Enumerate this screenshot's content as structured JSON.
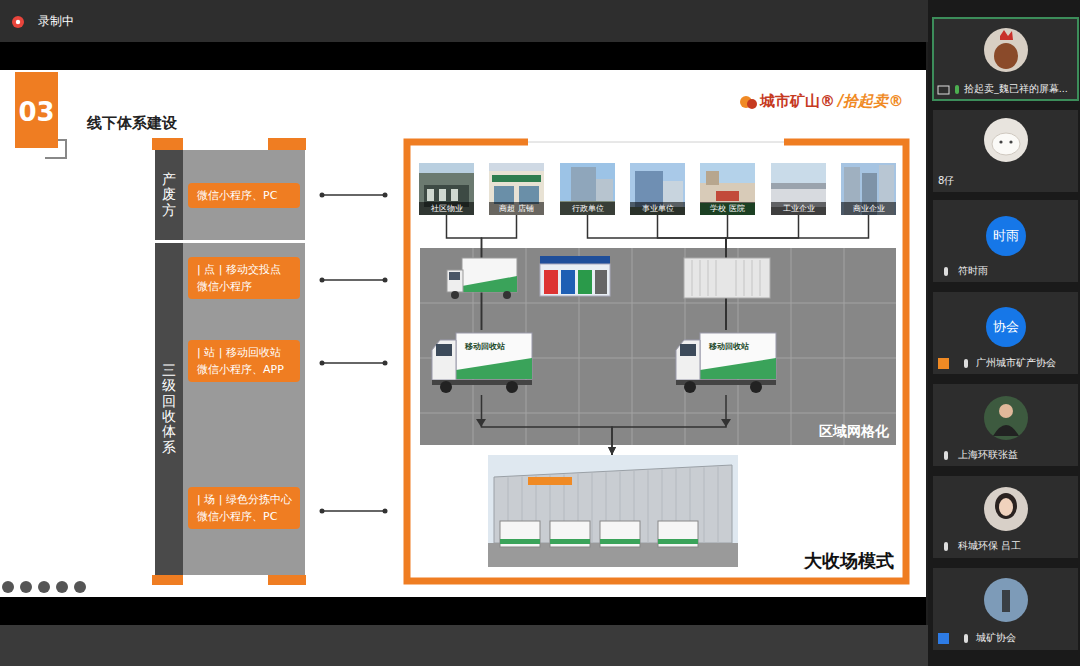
{
  "diagram": {
    "title": "线下体系建设",
    "nodes": [
      {
        "text": [
          "产废方"
        ]
      },
      {
        "text": [
          "微信小程序、PC"
        ]
      },
      {
        "text": [
          "三级回收体系"
        ]
      },
      {
        "text": [
          "| 点 | 移动交投点",
          "微信小程序"
        ]
      },
      {
        "text": [
          "| 站 | 移动回收站",
          "微信小程序、APP"
        ]
      },
      {
        "text": [
          "| 场 | 绿色分拣中心",
          "微信小程序、PC"
        ]
      },
      {
        "text": [
          "社区物业"
        ]
      },
      {
        "text": [
          "商超 店铺"
        ]
      },
      {
        "text": [
          "行政单位"
        ]
      },
      {
        "text": [
          "事业单位"
        ]
      },
      {
        "text": [
          "学校 医院"
        ]
      },
      {
        "text": [
          "工业企业"
        ]
      },
      {
        "text": [
          "商业企业"
        ]
      },
      {
        "text": [
          "区域网格化"
        ]
      },
      {
        "text": [
          "移动回收站"
        ],
        "in": 13
      },
      {
        "text": [
          "移动回收站"
        ],
        "in": 13
      },
      {
        "text": [
          "大收场模式"
        ]
      }
    ],
    "edges": [
      {
        "from": 6,
        "to": 14,
        "arrow": "none"
      },
      {
        "from": 7,
        "to": 14,
        "arrow": "none"
      },
      {
        "from": 8,
        "to": 15,
        "arrow": "none"
      },
      {
        "from": 9,
        "to": 15,
        "arrow": "none"
      },
      {
        "from": 10,
        "to": 15,
        "arrow": "none"
      },
      {
        "from": 11,
        "to": 15,
        "arrow": "none"
      },
      {
        "from": 12,
        "to": 15,
        "arrow": "none"
      },
      {
        "from": 14,
        "to": 16,
        "arrow": "to"
      },
      {
        "from": 15,
        "to": 16,
        "arrow": "to"
      }
    ],
    "labels": [
      "录制中",
      "03",
      "城市矿山®",
      "/拾起卖®",
      "拾起卖_魏已祥的屏幕...",
      "8仔",
      "时雨",
      "符时雨",
      "协会",
      "广州城市矿产协会",
      "上海环联张益",
      "科城环保 吕工",
      "城矿协会"
    ]
  }
}
